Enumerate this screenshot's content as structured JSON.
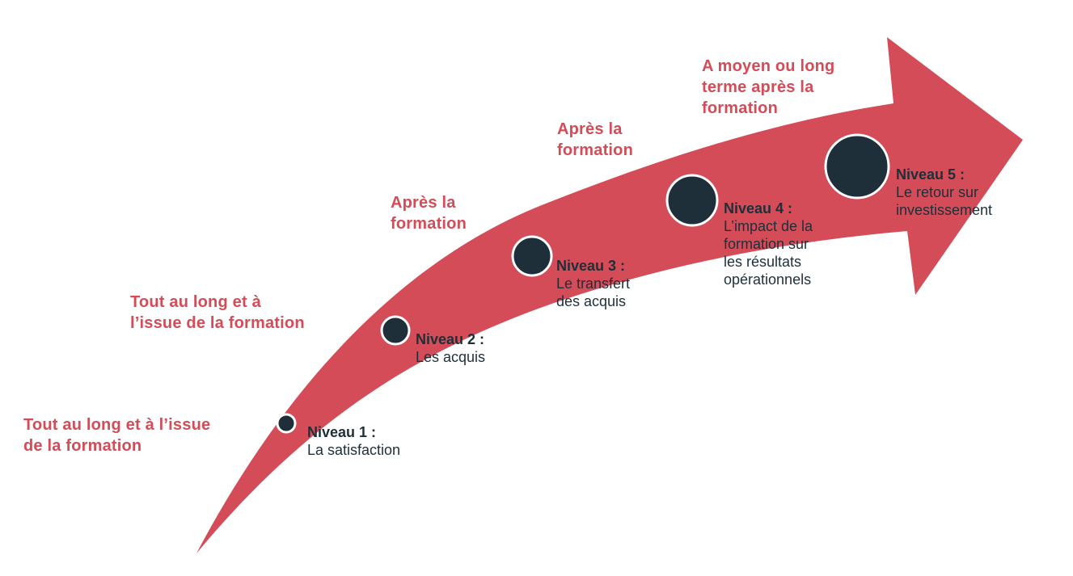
{
  "colors": {
    "arrow": "#d44c57",
    "dot": "#1e2f3a",
    "dot_border": "#ffffff",
    "timing_text": "#d44c57",
    "level_text": "#1e2f3a"
  },
  "levels": [
    {
      "title": "Niveau 1 :",
      "desc": "La satisfaction",
      "timing": "Tout au long et à l’issue\nde la formation"
    },
    {
      "title": "Niveau 2 :",
      "desc": "Les acquis",
      "timing": "Tout au long et à\nl’issue de la formation"
    },
    {
      "title": "Niveau 3 :",
      "desc": "Le transfert\ndes acquis",
      "timing": "Après la\nformation"
    },
    {
      "title": "Niveau 4 :",
      "desc": "L’impact de la\nformation sur\nles résultats\nopérationnels",
      "timing": "Après la\nformation"
    },
    {
      "title": "Niveau 5 :",
      "desc": "Le retour sur\ninvestissement",
      "timing": "A moyen ou long\nterme après la\nformation"
    }
  ]
}
